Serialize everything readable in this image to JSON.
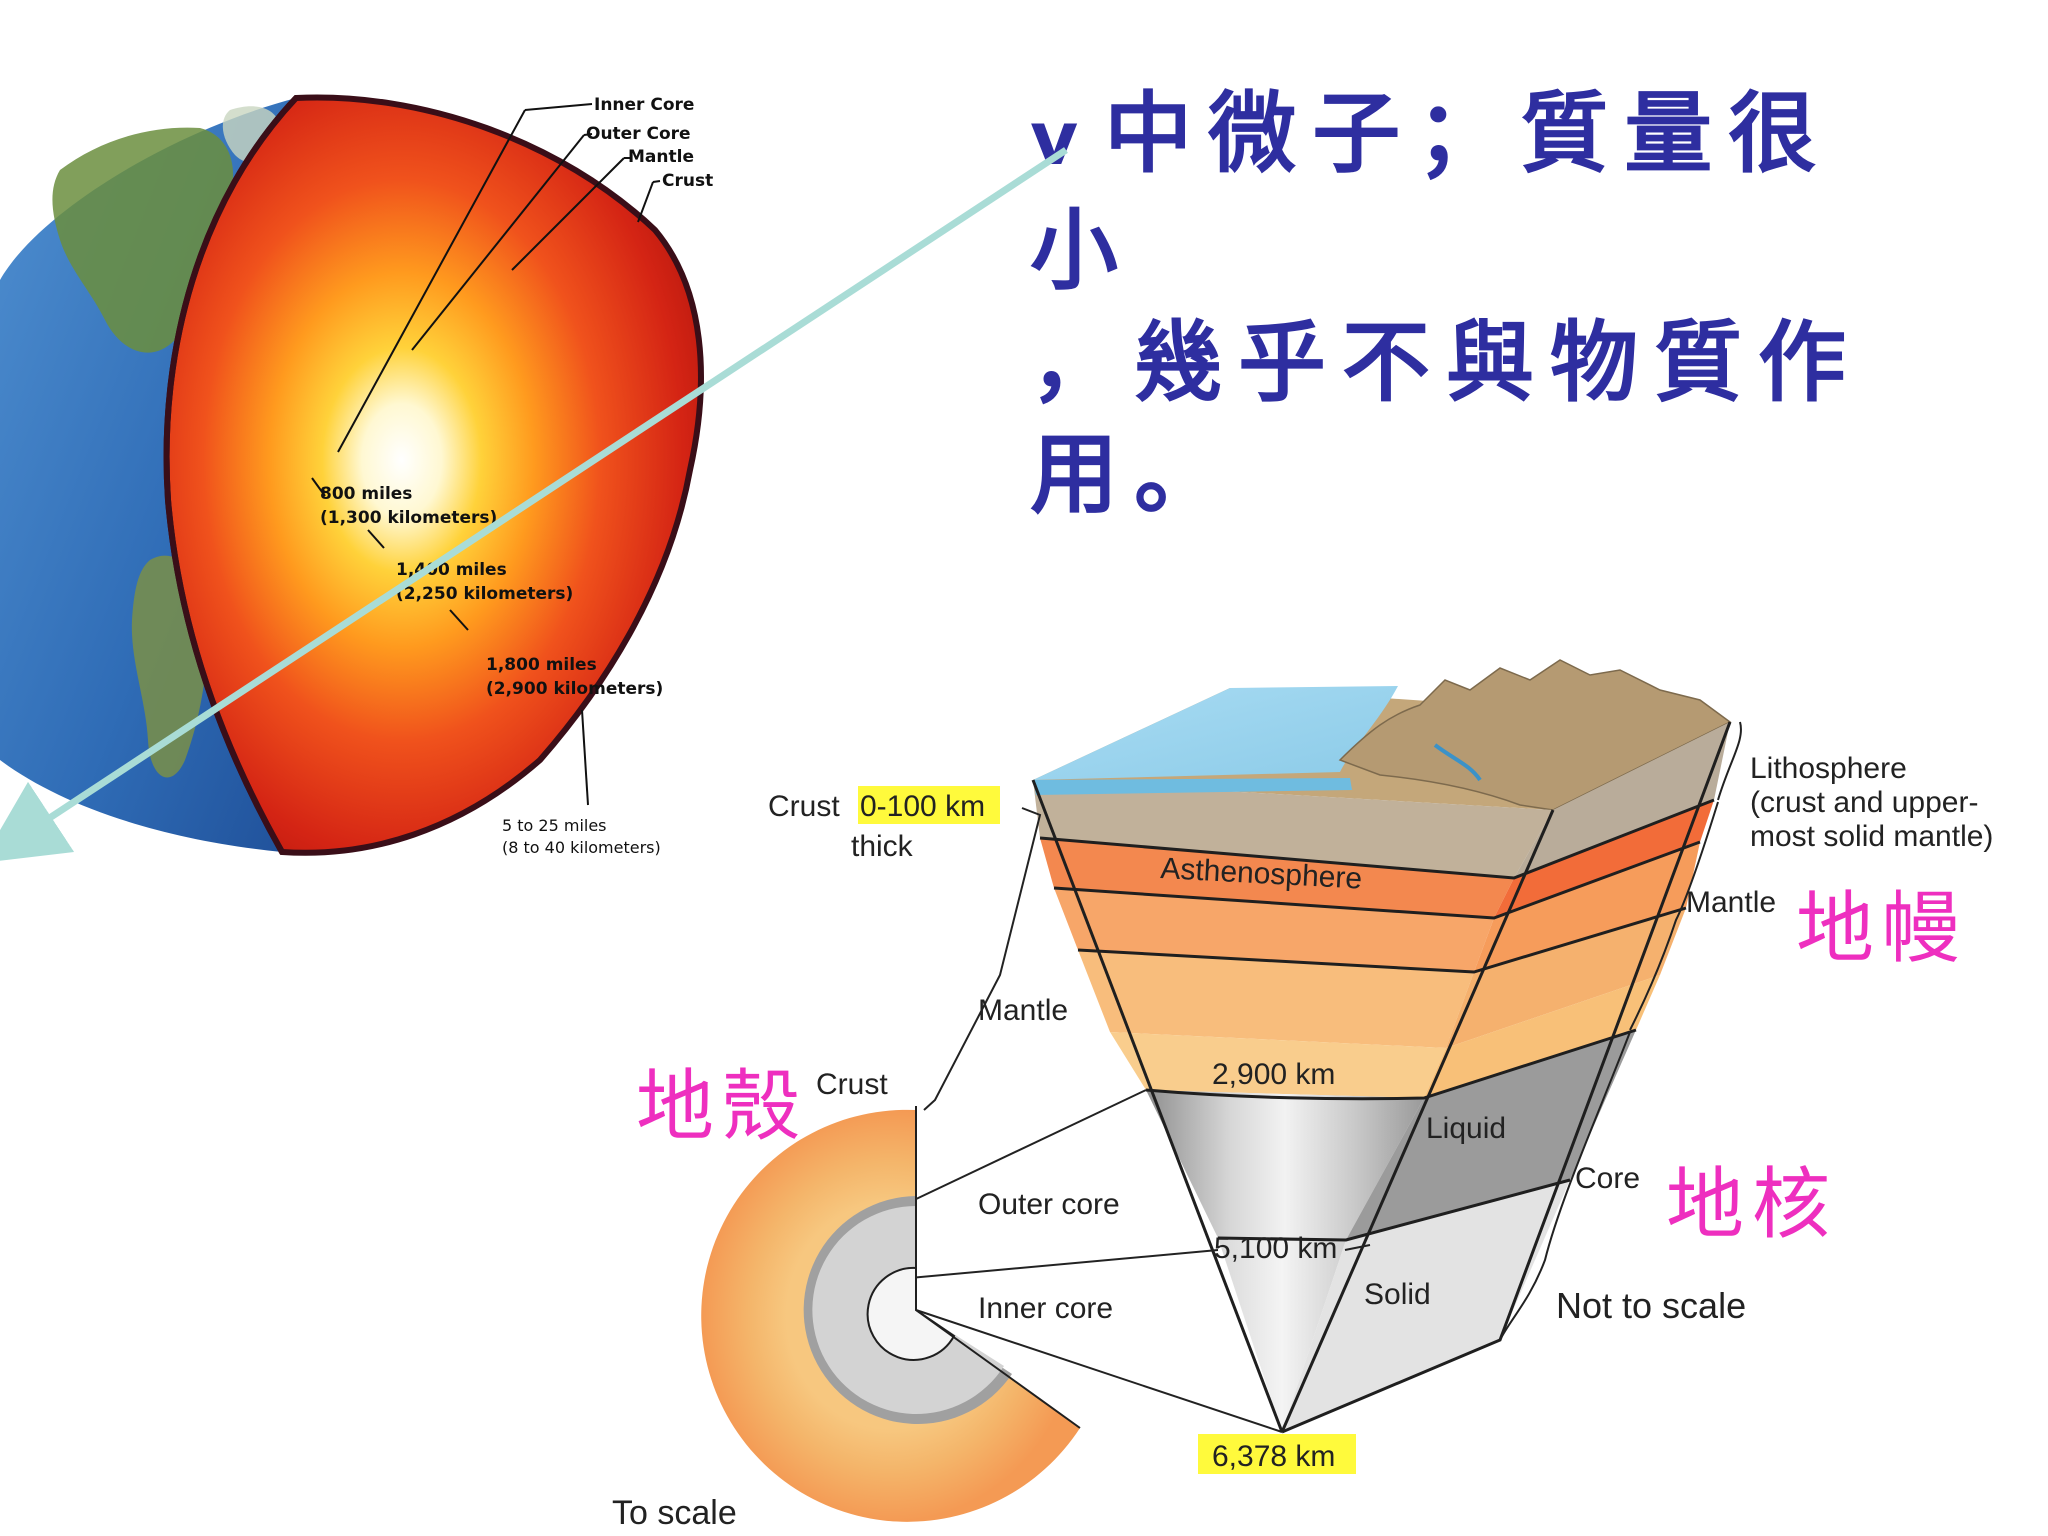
{
  "heading": {
    "bullet": "v",
    "line1": "中微子；質量很小",
    "line2": "，幾乎不與物質作",
    "line3": "用。"
  },
  "globe_labels": {
    "inner_core": "Inner Core",
    "outer_core": "Outer Core",
    "mantle": "Mantle",
    "crust": "Crust",
    "dim1_a": "800 miles",
    "dim1_b": "(1,300 kilometers)",
    "dim2_a": "1,400 miles",
    "dim2_b": "(2,250 kilometers)",
    "dim3_a": "1,800 miles",
    "dim3_b": "(2,900 kilometers)",
    "dim4_a": "5 to 25 miles",
    "dim4_b": "(8 to 40 kilometers)"
  },
  "section_labels": {
    "crust_range": "Crust",
    "crust_range_value": "0-100 km",
    "thick": "thick",
    "lithosphere": "Lithosphere",
    "lithosphere_note1": "(crust and upper-",
    "lithosphere_note2": "most solid mantle)",
    "asthenosphere": "Asthenosphere",
    "mantle_right": "Mantle",
    "mantle_left": "Mantle",
    "crust_left": "Crust",
    "depth_2900": "2,900 km",
    "liquid": "Liquid",
    "core": "Core",
    "outer_core": "Outer core",
    "depth_5100": "5,100 km",
    "inner_core": "Inner core",
    "solid": "Solid",
    "not_to_scale": "Not to scale",
    "depth_6378": "6,378 km",
    "to_scale": "To scale"
  },
  "chinese_labels": {
    "mantle": "地幔",
    "crust": "地殼",
    "core": "地核"
  },
  "colors": {
    "heading": "#2e2ea0",
    "chinese_label": "#ee2fbf",
    "highlight": "#fffa3c",
    "arrow": "#a9dcd6"
  }
}
